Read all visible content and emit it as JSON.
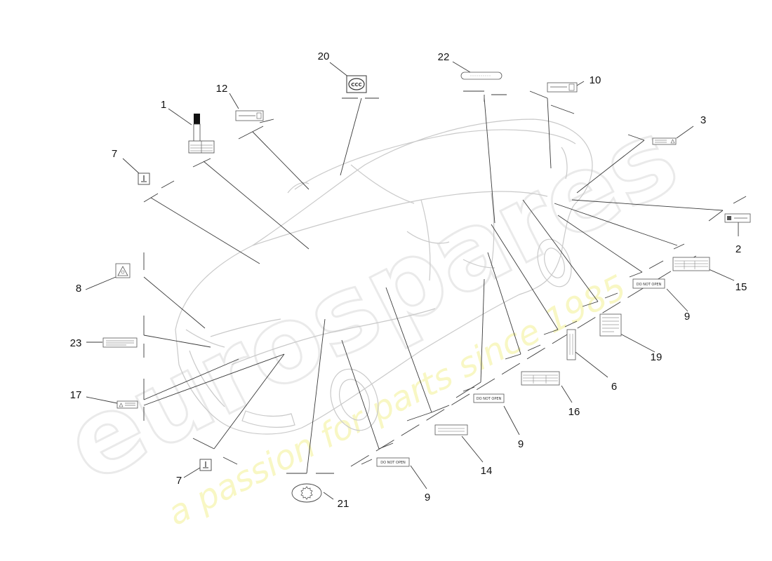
{
  "watermark": {
    "brand": "eurospares",
    "tagline": "a passion for parts since 1985"
  },
  "callouts": {
    "c1": "1",
    "c2": "2",
    "c3": "3",
    "c6": "6",
    "c7a": "7",
    "c7b": "7",
    "c8": "8",
    "c9a": "9",
    "c9b": "9",
    "c9c": "9",
    "c10": "10",
    "c12": "12",
    "c14": "14",
    "c15": "15",
    "c16": "16",
    "c17": "17",
    "c19": "19",
    "c20": "20",
    "c21": "21",
    "c22": "22",
    "c23": "23"
  },
  "labels": {
    "do_not_open": "DO NOT OPEN",
    "ccc": "CCC"
  },
  "colors": {
    "line": "#3a3a3a",
    "car_outline": "#c8c8c8",
    "watermark_yellow": "#f3f08a"
  }
}
